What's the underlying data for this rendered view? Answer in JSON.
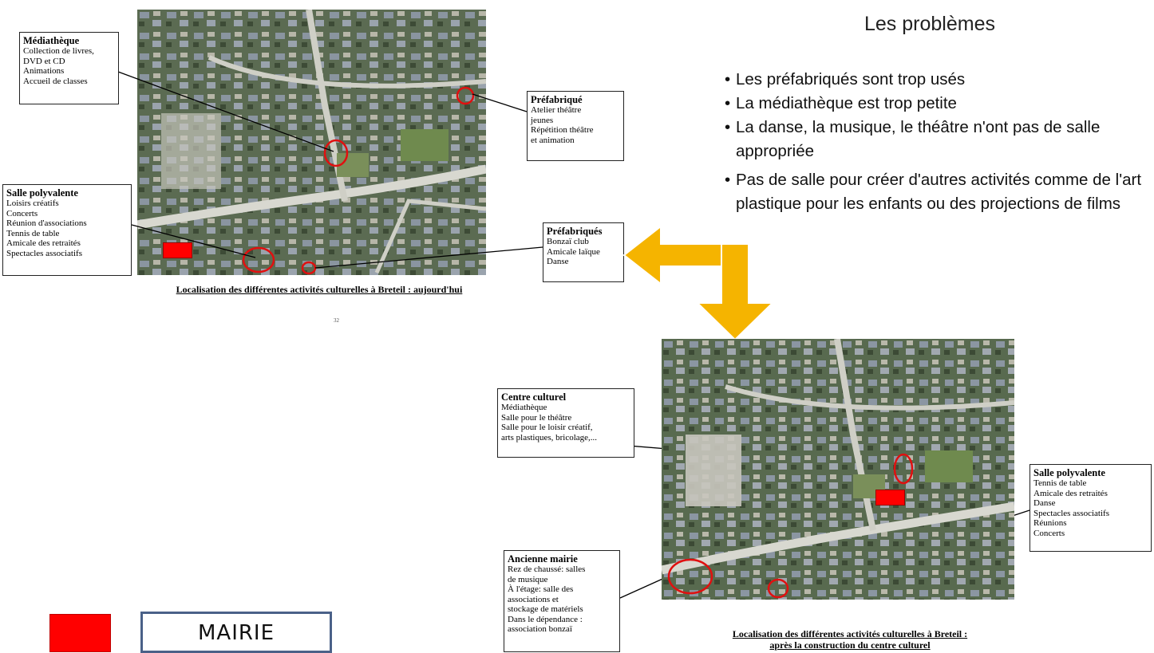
{
  "map_top": {
    "boxes": {
      "mediatheque": {
        "title": "Médiathèque",
        "lines": [
          "Collection de livres,",
          "DVD et CD",
          "Animations",
          "Accueil de classes"
        ]
      },
      "prefab1": {
        "title": "Préfabriqué",
        "lines": [
          "Atelier théâtre",
          "jeunes",
          "Répétition théâtre",
          "et animation"
        ]
      },
      "salle": {
        "title": "Salle polyvalente",
        "lines": [
          "Loisirs créatifs",
          "Concerts",
          "Réunion d'associations",
          "Tennis de table",
          "Amicale des retraités",
          "Spectacles associatifs"
        ]
      },
      "prefab2": {
        "title": "Préfabriqués",
        "lines": [
          "Bonzaï club",
          "Amicale laïque",
          "Danse"
        ]
      }
    },
    "caption": "Localisation des différentes activités culturelles à Breteil : aujourd'hui",
    "page_no": "32"
  },
  "problems": {
    "heading": "Les problèmes",
    "bullets": [
      "Les préfabriqués sont trop usés",
      "La médiathèque  est trop petite",
      "La danse, la musique, le théâtre n'ont pas de salle appropriée",
      "Pas de salle pour créer d'autres activités comme de l'art plastique pour les enfants ou des projections de films"
    ]
  },
  "map_bottom": {
    "boxes": {
      "centre": {
        "title": "Centre culturel",
        "lines": [
          "Médiathèque",
          "Salle pour le théâtre",
          "Salle pour le loisir créatif,",
          "arts plastiques, bricolage,..."
        ]
      },
      "salle": {
        "title": "Salle polyvalente",
        "lines": [
          "Tennis de table",
          "Amicale des retraités",
          "Danse",
          "Spectacles associatifs",
          "Réunions",
          "Concerts"
        ]
      },
      "mairie": {
        "title": "Ancienne mairie",
        "lines": [
          "Rez de chaussé: salles",
          "de musique",
          "À l'étage: salle des",
          "associations et",
          "stockage de matériels",
          "Dans le dépendance :",
          "association bonzaï"
        ]
      }
    },
    "caption_line1": "Localisation des différentes activités culturelles à Breteil :",
    "caption_line2": "après la construction du centre culturel"
  },
  "legend": {
    "label": "MAIRIE",
    "color": "#ff0000"
  },
  "colors": {
    "arrow": "#f5b400",
    "circle": "#e01010",
    "frame": "#4a6188"
  }
}
